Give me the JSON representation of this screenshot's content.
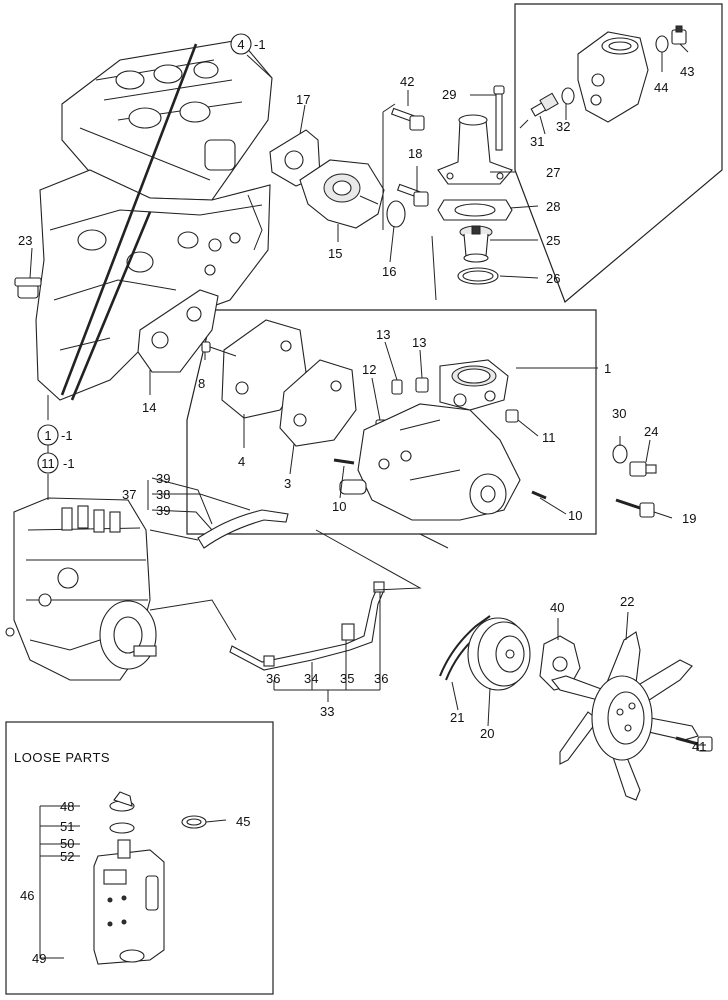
{
  "loose_parts_title": "LOOSE PARTS",
  "refs": [
    {
      "key": "ref-4",
      "num": "4",
      "suffix": "-1"
    },
    {
      "key": "ref-1",
      "num": "1",
      "suffix": "-1"
    },
    {
      "key": "ref-11",
      "num": "11",
      "suffix": "-1"
    }
  ],
  "labels": {
    "l1": "1",
    "l3": "3",
    "l4": "4",
    "l8": "8",
    "l10a": "10",
    "l10b": "10",
    "l11": "11",
    "l12": "12",
    "l13a": "13",
    "l13b": "13",
    "l14": "14",
    "l15": "15",
    "l16": "16",
    "l17": "17",
    "l18": "18",
    "l19": "19",
    "l20": "20",
    "l21": "21",
    "l22": "22",
    "l23": "23",
    "l24": "24",
    "l25": "25",
    "l26": "26",
    "l27": "27",
    "l28": "28",
    "l29": "29",
    "l30": "30",
    "l31": "31",
    "l32": "32",
    "l33": "33",
    "l34": "34",
    "l35": "35",
    "l36a": "36",
    "l36b": "36",
    "l37": "37",
    "l38": "38",
    "l39a": "39",
    "l39b": "39",
    "l40": "40",
    "l41": "41",
    "l42": "42",
    "l43": "43",
    "l44": "44",
    "l45": "45",
    "l46": "46",
    "l48": "48",
    "l49": "49",
    "l50": "50",
    "l51": "51",
    "l52": "52"
  }
}
